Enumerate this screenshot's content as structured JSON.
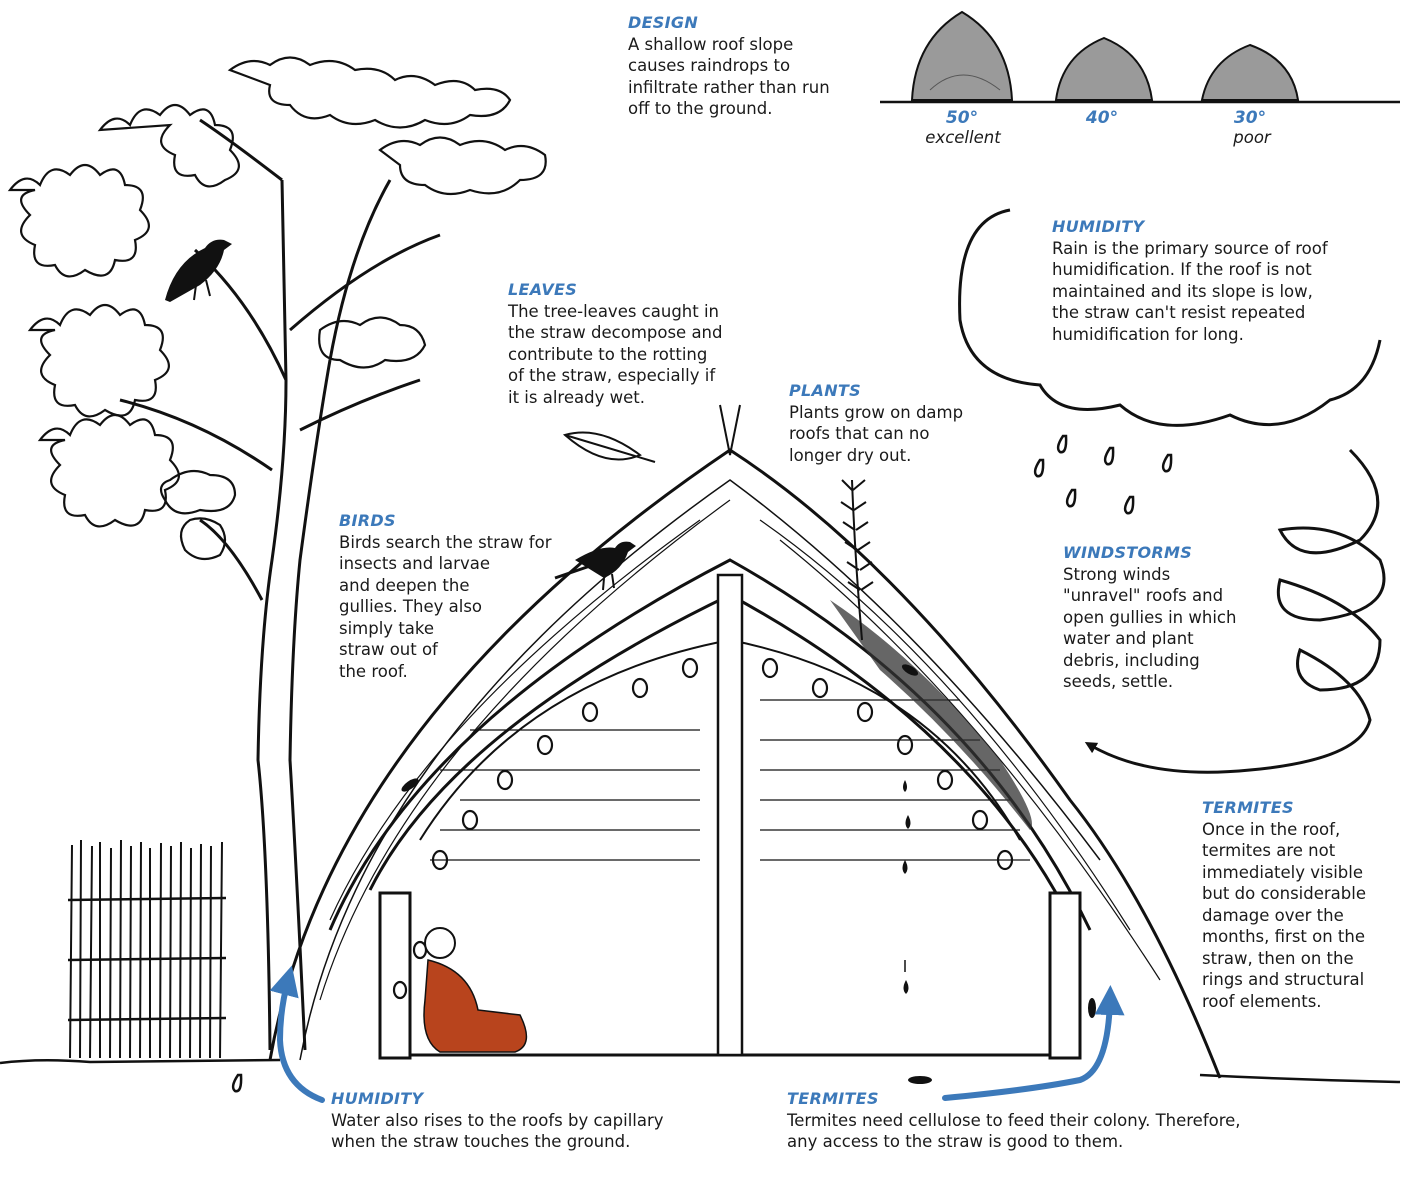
{
  "design": {
    "title": "DESIGN",
    "body": "A shallow roof slope\ncauses raindrops to\ninfiltrate rather than run\noff to the ground.",
    "slopes": [
      {
        "angle": "50°",
        "rating": "excellent"
      },
      {
        "angle": "40°",
        "rating": ""
      },
      {
        "angle": "30°",
        "rating": "poor"
      }
    ]
  },
  "leaves": {
    "title": "LEAVES",
    "body": "The tree-leaves caught in\nthe straw decompose and\ncontribute to the rotting\nof the straw, especially if\nit is already wet."
  },
  "plants": {
    "title": "PLANTS",
    "body": "Plants grow on damp\nroofs that can no\nlonger dry out."
  },
  "humidity_rain": {
    "title": "HUMIDITY",
    "body": "Rain is the primary source of roof\nhumidification. If the roof is not\nmaintained and its slope is low,\nthe straw can't resist repeated\nhumidification for long."
  },
  "birds": {
    "title": "BIRDS",
    "body": "Birds search the straw for\ninsects and larvae\nand deepen the\ngullies. They also\nsimply take\nstraw out of\nthe roof."
  },
  "windstorms": {
    "title": "WINDSTORMS",
    "body": "Strong winds\n\"unravel\" roofs and\nopen gullies in which\nwater and plant\ndebris, including\nseeds, settle."
  },
  "termites_roof": {
    "title": "TERMITES",
    "body": "Once in the roof,\ntermites are not\nimmediately visible\nbut do considerable\ndamage over the\nmonths, first on the\nstraw, then on the\nrings and structural\nroof elements."
  },
  "humidity_ground": {
    "title": "HUMIDITY",
    "body": "Water also rises to the roofs by capillary\nwhen the straw touches the ground."
  },
  "termites_ground": {
    "title": "TERMITES",
    "body": "Termites need cellulose to feed their colony. Therefore,\nany access to the straw is good to them."
  },
  "colors": {
    "accent": "#3c79ba",
    "ink": "#1a1a1a",
    "child_clothes": "#b8441d"
  },
  "icons": [
    "tree-icon",
    "bird-icon",
    "leaf-icon",
    "fern-plant-icon",
    "rain-cloud-icon",
    "raindrop-icon",
    "whirlwind-icon",
    "termite-icon",
    "child-icon",
    "fence-icon",
    "hut-cross-section-icon",
    "small-hut-icon"
  ]
}
